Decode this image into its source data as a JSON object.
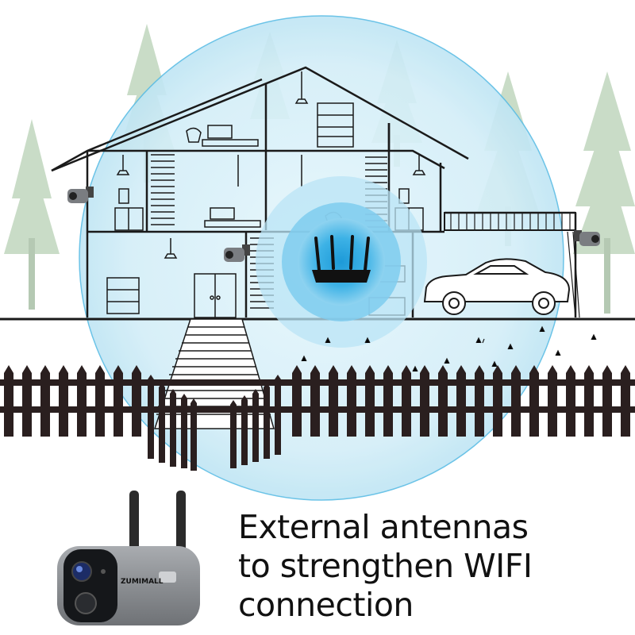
{
  "caption": {
    "line1": "External antennas",
    "line2": "to strengthen WIFI",
    "line3": "connection"
  },
  "camera": {
    "brand": "ZUMIMALL"
  },
  "colors": {
    "wifi_glow": "#9fdcf2",
    "wifi_core": "#2aa7e0",
    "line": "#1a1a1a",
    "tree": "#c8dcc6",
    "fence": "#2a1f1f",
    "camera_body": "#8d9094"
  }
}
